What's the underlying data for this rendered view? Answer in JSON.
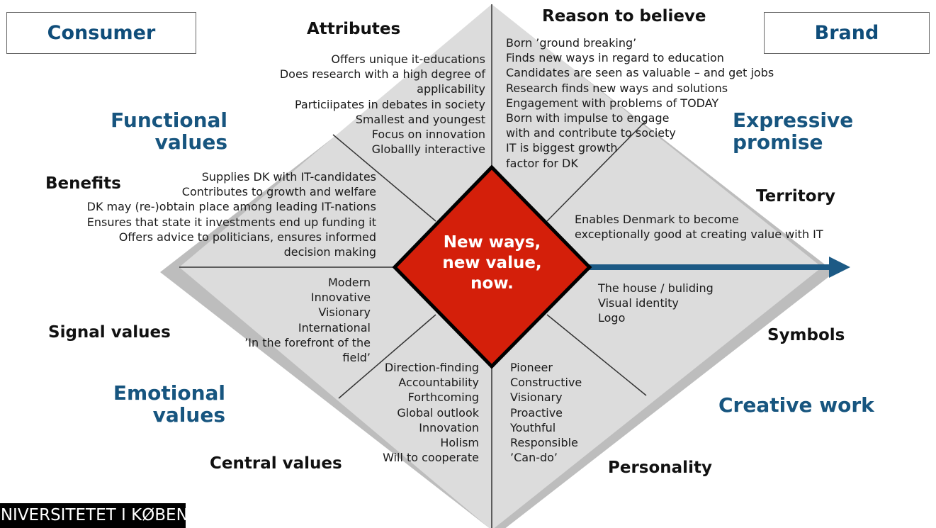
{
  "boxes": {
    "consumer": "Consumer",
    "brand": "Brand"
  },
  "core_message": [
    "New ways,",
    "new value,",
    "now."
  ],
  "headings": {
    "attributes": "Attributes",
    "reason_to_believe": "Reason to believe",
    "benefits": "Benefits",
    "territory": "Territory",
    "signal_values": "Signal values",
    "symbols": "Symbols",
    "central_values": "Central values",
    "personality": "Personality"
  },
  "value_groups": {
    "functional": [
      "Functional",
      "values"
    ],
    "expressive": [
      "Expressive",
      "promise"
    ],
    "emotional": [
      "Emotional",
      "values"
    ],
    "creative": [
      "Creative work"
    ]
  },
  "lists": {
    "attributes": [
      "Offers unique it-educations",
      "Does research with a high degree of",
      "applicability",
      "Particiipates in debates in society",
      "Smallest and youngest",
      "Focus on innovation",
      "Globallly interactive"
    ],
    "reason_to_believe": [
      "Born ’ground breaking’",
      "Finds new ways in regard to education",
      "Candidates are seen as valuable – and get jobs",
      "Research finds new ways and solutions",
      "Engagement with problems of TODAY",
      "Born with impulse to engage",
      "with and contribute to society",
      "IT is biggest growth",
      "factor for DK"
    ],
    "benefits": [
      "Supplies DK with IT-candidates",
      "Contributes to growth and welfare",
      "DK may (re-)obtain place among leading IT-nations",
      "Ensures that state it investments end up funding it",
      "Offers advice to politicians, ensures informed",
      "decision making"
    ],
    "territory": [
      "Enables Denmark to become",
      "exceptionally good at creating value with IT"
    ],
    "signal_values": [
      "Modern",
      "Innovative",
      "Visionary",
      "International",
      "’In the forefront of the",
      "field’"
    ],
    "symbols": [
      "The house / buliding",
      "Visual identity",
      "Logo"
    ],
    "central_values": [
      "Direction-finding",
      "Accountability",
      "Forthcoming",
      "Global outlook",
      "Innovation",
      "Holism",
      "Will to cooperate"
    ],
    "personality": [
      "Pioneer",
      "Constructive",
      "Visionary",
      "Proactive",
      "Youthful",
      "Responsible",
      "’Can-do’"
    ]
  },
  "footer": "UNIVERSITETET I KØBENHAVN",
  "colors": {
    "diamond": "#dcdcdc",
    "core": "#d41f0a",
    "arrow": "#1c5a85",
    "heading_blue": "#17557f"
  }
}
